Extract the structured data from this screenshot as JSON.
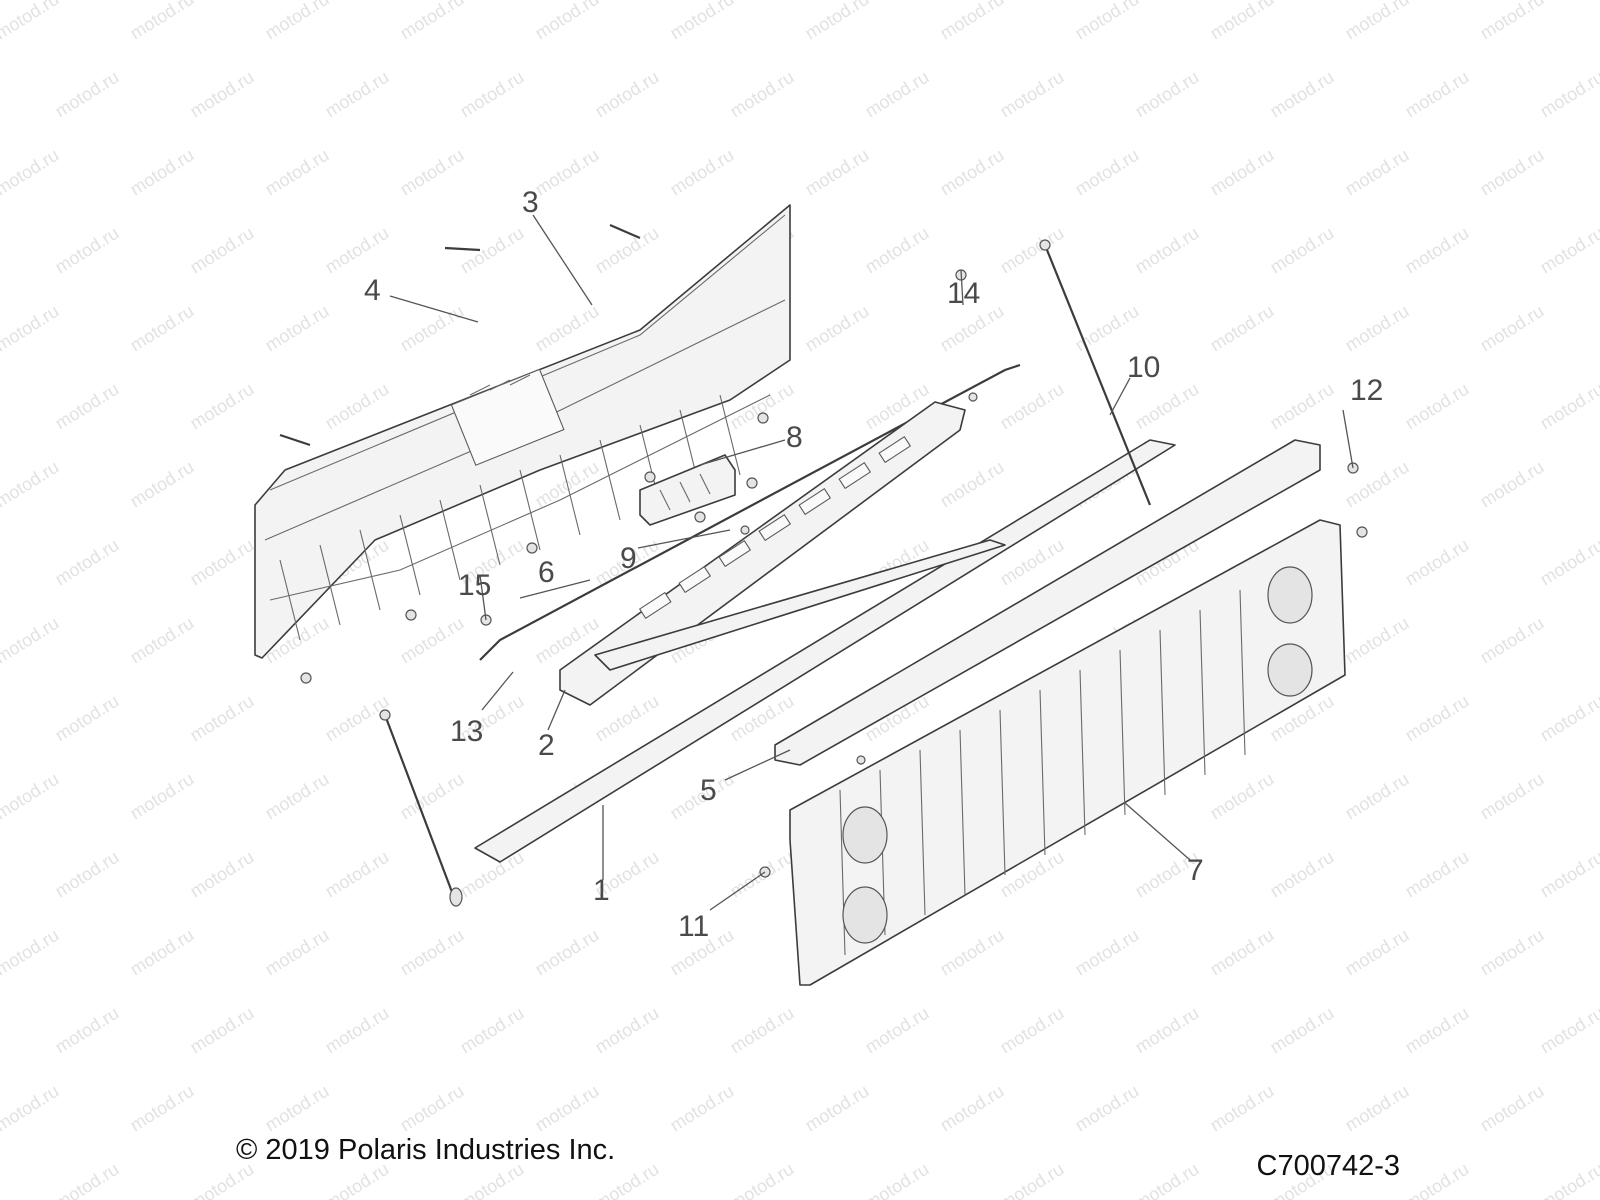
{
  "watermark": {
    "text": "motod.ru"
  },
  "callouts": [
    {
      "id": "1",
      "label": "1"
    },
    {
      "id": "2",
      "label": "2"
    },
    {
      "id": "3",
      "label": "3"
    },
    {
      "id": "4",
      "label": "4"
    },
    {
      "id": "5",
      "label": "5"
    },
    {
      "id": "6",
      "label": "6"
    },
    {
      "id": "7",
      "label": "7"
    },
    {
      "id": "8",
      "label": "8"
    },
    {
      "id": "9",
      "label": "9"
    },
    {
      "id": "10",
      "label": "10"
    },
    {
      "id": "11",
      "label": "11"
    },
    {
      "id": "12",
      "label": "12"
    },
    {
      "id": "13",
      "label": "13"
    },
    {
      "id": "14",
      "label": "14"
    },
    {
      "id": "15",
      "label": "15"
    }
  ],
  "footer": {
    "copyright": "© 2019 Polaris Industries Inc.",
    "diagram_code": "C700742-3"
  },
  "colors": {
    "line": "#3c3c3c",
    "fill": "#f3f3f3",
    "watermark": "#e2e2e2"
  }
}
